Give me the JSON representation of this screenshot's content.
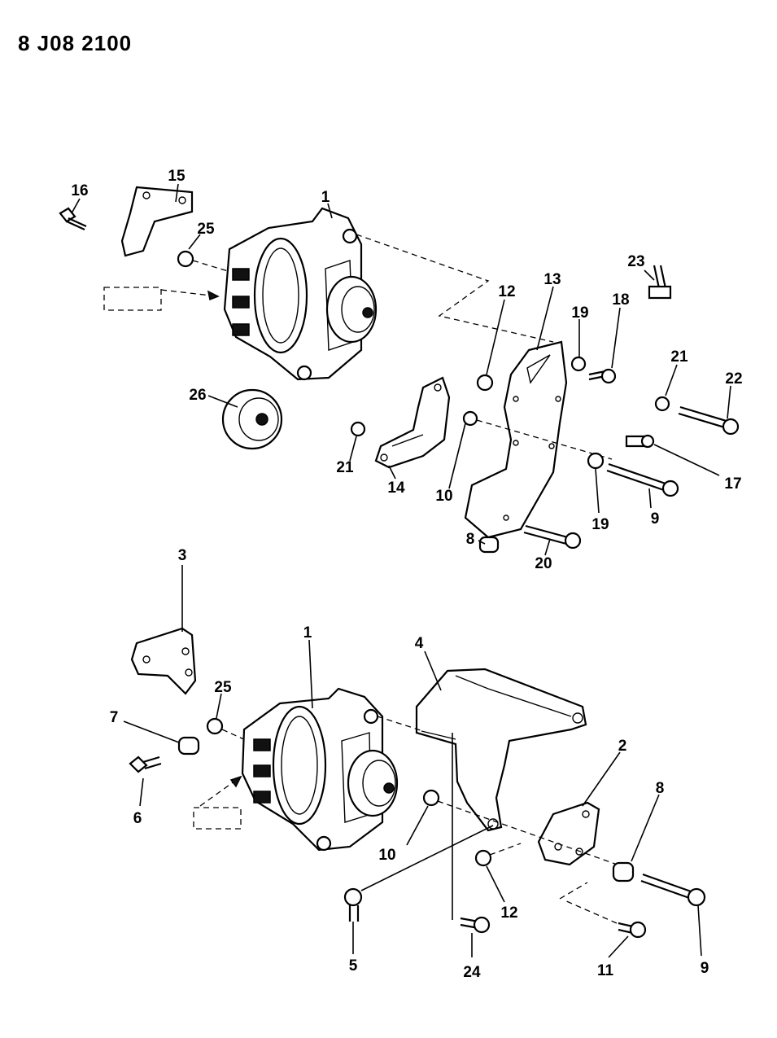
{
  "page_code": "8 J08 2100",
  "callouts": {
    "c1_top": "1",
    "c15": "15",
    "c16": "16",
    "c25_top": "25",
    "c26": "26",
    "c13": "13",
    "c12_top": "12",
    "c19_top": "19",
    "c18": "18",
    "c23": "23",
    "c21_right": "21",
    "c22": "22",
    "c21_left": "21",
    "c14": "14",
    "c10_top": "10",
    "c17": "17",
    "c19_bottom": "19",
    "c9_top": "9",
    "c8_top": "8",
    "c20": "20",
    "c3": "3",
    "c1_bottom": "1",
    "c4": "4",
    "c25_bottom": "25",
    "c7": "7",
    "c6": "6",
    "c2": "2",
    "c8_bottom": "8",
    "c10_bottom": "10",
    "c12_bottom": "12",
    "c5": "5",
    "c24": "24",
    "c11": "11",
    "c9_bottom": "9"
  }
}
